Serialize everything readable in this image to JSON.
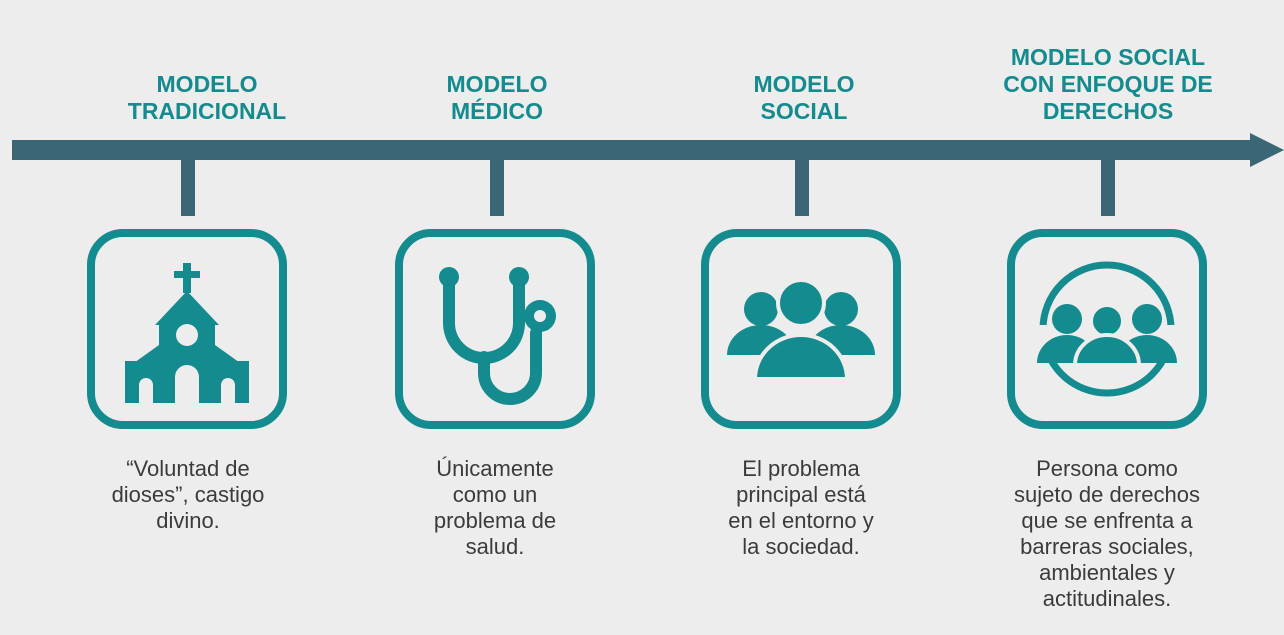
{
  "colors": {
    "background": "#ededed",
    "teal": "#138b8f",
    "arrow": "#3a6675",
    "text": "#3b3b3b"
  },
  "stages": [
    {
      "title": "MODELO\nTRADICIONAL",
      "icon": "church-icon",
      "description": "“Voluntad de\ndioses”, castigo\ndivino."
    },
    {
      "title": "MODELO\nMÉDICO",
      "icon": "stethoscope-icon",
      "description": "Únicamente\ncomo un\nproblema de\nsalud."
    },
    {
      "title": "MODELO\nSOCIAL",
      "icon": "people-group-icon",
      "description": "El problema\nprincipal está\nen el entorno y\nla sociedad."
    },
    {
      "title": "MODELO SOCIAL\nCON ENFOQUE DE\nDERECHOS",
      "icon": "people-circle-icon",
      "description": "Persona como\nsujeto de derechos\nque se enfrenta a\nbarreras sociales,\nambientales y\nactitudinales."
    }
  ]
}
